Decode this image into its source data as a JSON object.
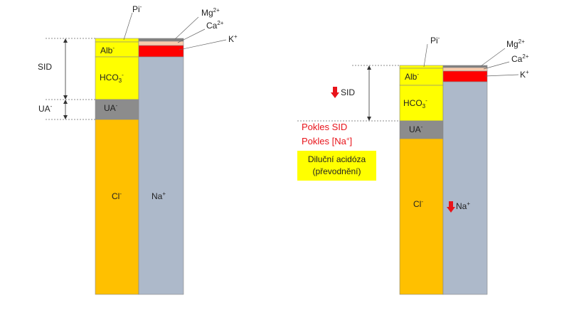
{
  "colors": {
    "alb_pi": "#ffff00",
    "uavalue": "#8c8c8c",
    "cl": "#ffc000",
    "na": "#adb9ca",
    "k": "#ff0000",
    "ca": "#f8cbad",
    "mg": "#808080",
    "arrow": "#e8141b",
    "note_bg": "#ffff00"
  },
  "left_diagram": {
    "pi": "Pi",
    "pi_sup": "-",
    "alb": "Alb",
    "alb_sup": "-",
    "hco3": "HCO",
    "hco3_sub": "3",
    "hco3_sup": "-",
    "ua": "UA",
    "ua_sup": "-",
    "cl": "Cl",
    "cl_sup": "-",
    "na": "Na",
    "na_sup": "+",
    "mg": "Mg",
    "mg_sup": "2+",
    "ca": "Ca",
    "ca_sup": "2+",
    "k": "K",
    "k_sup": "+",
    "sid_label": "SID",
    "ua_side_label": "UA",
    "ua_side_sup": "-"
  },
  "right_diagram": {
    "pi": "Pi",
    "pi_sup": "-",
    "alb": "Alb",
    "alb_sup": "-",
    "hco3": "HCO",
    "hco3_sub": "3",
    "hco3_sup": "-",
    "ua": "UA",
    "ua_sup": "-",
    "cl": "Cl",
    "cl_sup": "-",
    "na": "Na",
    "na_sup": "+",
    "mg": "Mg",
    "mg_sup": "2+",
    "ca": "Ca",
    "ca_sup": "2+",
    "k": "K",
    "k_sup": "+",
    "sid_label": "SID"
  },
  "annotations": {
    "pokles_sid": "Pokles SID",
    "pokles_na": "Pokles [Na",
    "pokles_na_sup": "+",
    "pokles_na_end": "]",
    "dilution_line1": "Diluční acidóza",
    "dilution_line2": "(převodnění)"
  }
}
